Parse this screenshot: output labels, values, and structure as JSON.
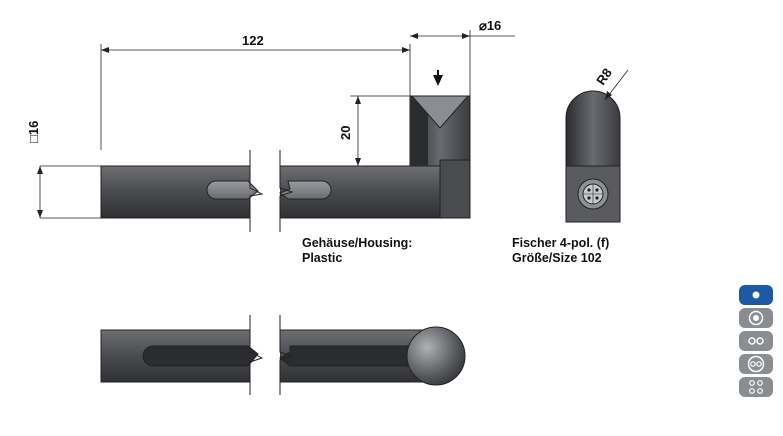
{
  "dimensions": {
    "length": "122",
    "diameter": "⌀16",
    "square": "□16",
    "height": "20",
    "radius": "R8"
  },
  "captions": {
    "housing_line1": "Gehäuse/Housing:",
    "housing_line2": "Plastic",
    "connector_line1": "Fischer 4-pol. (f)",
    "connector_line2": "Größe/Size 102"
  },
  "connector_options": [
    {
      "icon": "single-dot-icon",
      "active": true
    },
    {
      "icon": "ring-dot-icon",
      "active": false
    },
    {
      "icon": "two-dot-icon",
      "active": false
    },
    {
      "icon": "ring-two-dot-icon",
      "active": false
    },
    {
      "icon": "four-dot-icon",
      "active": false
    }
  ],
  "colors": {
    "body_dark": "#3a3b3f",
    "body_mid": "#6b6c70",
    "active_blue": "#1c5aa6",
    "inactive_gray": "#8a8d92"
  }
}
